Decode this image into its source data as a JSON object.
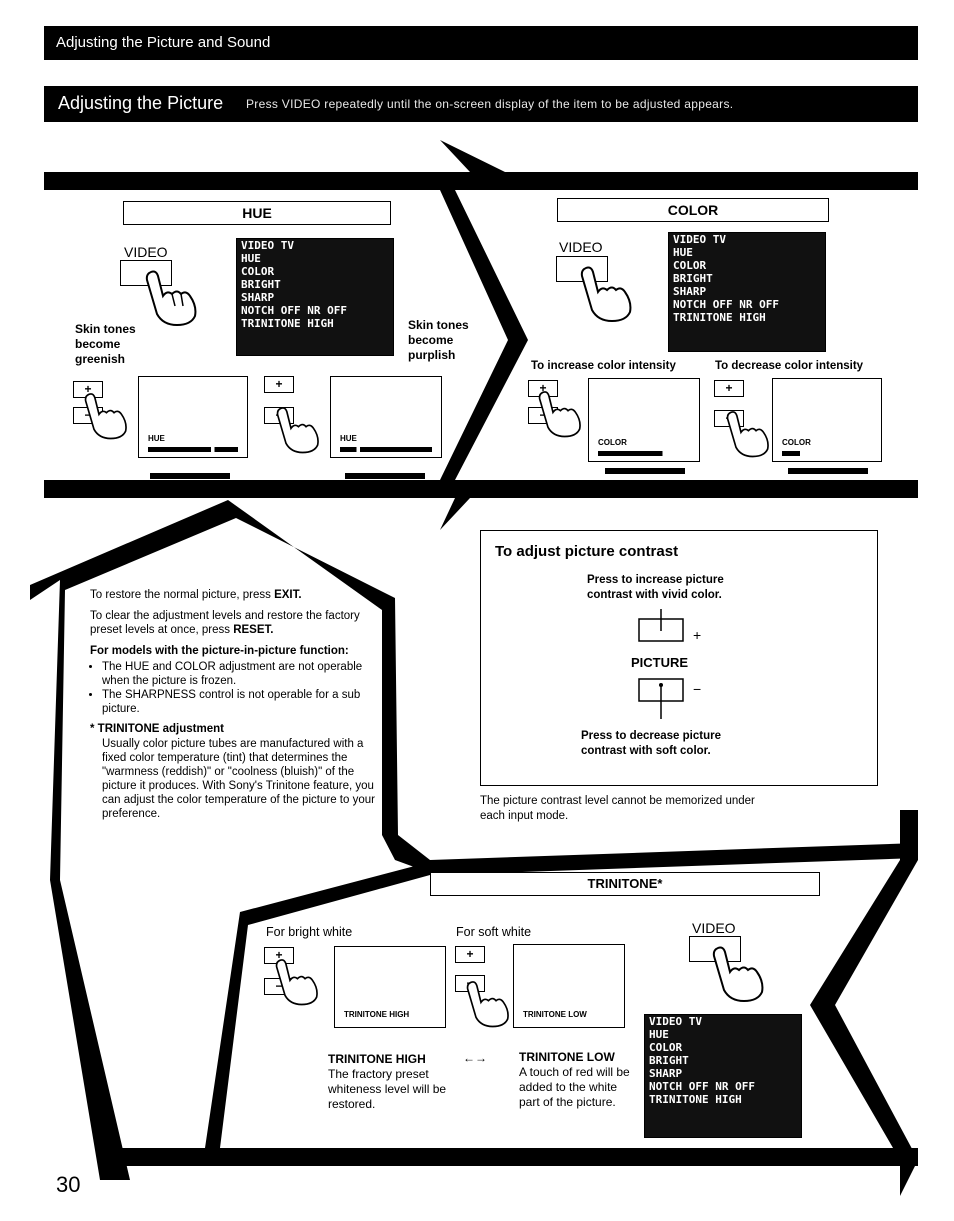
{
  "header": {
    "section_title": "Adjusting the Picture and Sound",
    "subsection_title": "Adjusting the Picture",
    "subsection_hint": "Press VIDEO repeatedly until the on-screen display of the item to be adjusted appears."
  },
  "hue": {
    "title": "HUE",
    "video_label": "VIDEO",
    "left_note": "Skin tones become greenish",
    "right_note": "Skin tones become purplish",
    "plus_key": "+",
    "minus_key": "−",
    "screen_caption": "HUE"
  },
  "color": {
    "title": "COLOR",
    "video_label": "VIDEO",
    "increase_label": "To increase color intensity",
    "decrease_label": "To decrease color intensity",
    "plus_key": "+",
    "minus_key": "−",
    "screen_caption": "COLOR"
  },
  "osd_menu": [
    "VIDEO          TV",
    "HUE",
    "COLOR",
    "BRIGHT",
    "SHARP",
    "NOTCH OFF  NR OFF",
    "TRINITONE HIGH"
  ],
  "notes": {
    "restore": "To restore the normal picture, press",
    "restore_key": "EXIT.",
    "clear": "To clear the adjustment levels and restore the factory preset levels at once, press",
    "clear_key": "RESET.",
    "pip_heading": "For models with the picture-in-picture function:",
    "pip_items": [
      "The HUE and COLOR adjustment are not operable when the picture is frozen.",
      "The SHARPNESS control is not operable for a sub picture."
    ],
    "trinitone_heading": "* TRINITONE adjustment",
    "trinitone_text": "Usually color picture tubes are manufactured with a fixed color temperature (tint) that determines the \"warmness (reddish)\" or \"coolness (bluish)\" of the picture it produces. With Sony's Trinitone feature, you can adjust the color temperature of the picture to your preference."
  },
  "contrast": {
    "title": "To adjust picture contrast",
    "increase": "Press to increase picture contrast with vivid color.",
    "plus": "+",
    "picture_label": "PICTURE",
    "minus": "−",
    "decrease": "Press to decrease picture contrast with soft color.",
    "footnote": "The picture contrast level cannot be memorized under each input mode."
  },
  "trinitone": {
    "title": "TRINITONE*",
    "bright_label": "For bright white",
    "soft_label": "For soft white",
    "video_label": "VIDEO",
    "screen_high": "TRINITONE HIGH",
    "screen_low": "TRINITONE LOW",
    "high_heading": "TRINITONE HIGH",
    "high_text": "The fractory preset whiteness level will be restored.",
    "arrow": "←→",
    "low_heading": "TRINITONE LOW",
    "low_text": "A touch of red will be added to the white part of the picture.",
    "plus_key": "+",
    "minus_key": "−"
  },
  "page_number": "30",
  "colors": {
    "ink": "#000000",
    "paper": "#ffffff"
  },
  "icons": [
    "hand-pointer-icon",
    "tv-screen-icon",
    "rocker-switch-icon"
  ]
}
